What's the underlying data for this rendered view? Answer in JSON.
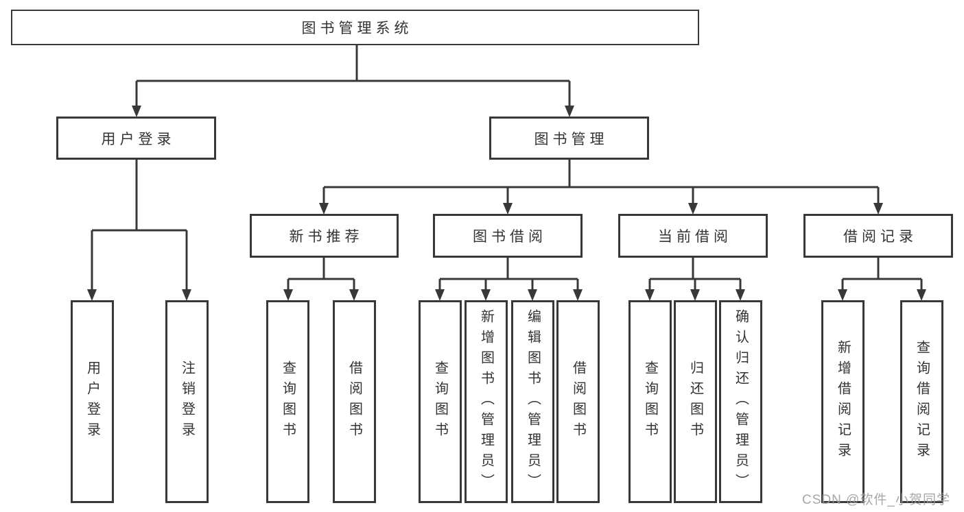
{
  "title_box": "图书管理系统",
  "branches": {
    "user_login": {
      "label": "用户登录",
      "leaves": [
        "用户登录",
        "注销登录"
      ]
    },
    "book_mgmt": {
      "label": "图书管理",
      "groups": {
        "new_books": {
          "label": "新书推荐",
          "leaves": [
            "查询图书",
            "借阅图书"
          ]
        },
        "book_borrow": {
          "label": "图书借阅",
          "leaves": [
            "查询图书",
            "新增图书（管理员）",
            "编辑图书（管理员）",
            "借阅图书"
          ]
        },
        "current_borrow": {
          "label": "当前借阅",
          "leaves": [
            "查询图书",
            "归还图书",
            "确认归还（管理员）"
          ]
        },
        "borrow_records": {
          "label": "借阅记录",
          "leaves": [
            "新增借阅记录",
            "查询借阅记录"
          ]
        }
      }
    }
  },
  "watermark": "CSDN @软件_小贺同学",
  "colors": {
    "line": "#383838",
    "text": "#333333",
    "background": "#ffffff",
    "watermark": "#9b9b9b"
  }
}
